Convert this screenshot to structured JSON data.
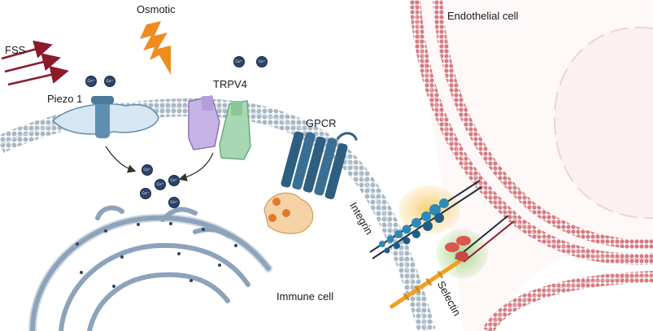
{
  "labels": {
    "fss": "FSS",
    "osmotic": "Osmotic",
    "piezo1": "Piezo 1",
    "trpv4": "TRPV4",
    "gpcr": "GPCR",
    "integrin": "Integrin",
    "selectin": "Selectin",
    "endothelial": "Endothelial cell",
    "immune": "Immune cell"
  },
  "ion_label": "Ca²⁺",
  "colors": {
    "immune_membrane": "#a7b8c6",
    "endothelial_membrane": "#d77b82",
    "ion": "#2b4468",
    "lightning": "#ee8c1e",
    "fss_arrows": "#8b1a2b",
    "piezo": "#5f8fb0",
    "trpv4_left": "#c7b4e6",
    "trpv4_right": "#a8d7b4",
    "gpcr": "#2f5f80",
    "integrin": "#2c8ab8",
    "selectin": "#d9574f",
    "selectin_stalk": "#f0a020",
    "er": "#8da3ba"
  }
}
